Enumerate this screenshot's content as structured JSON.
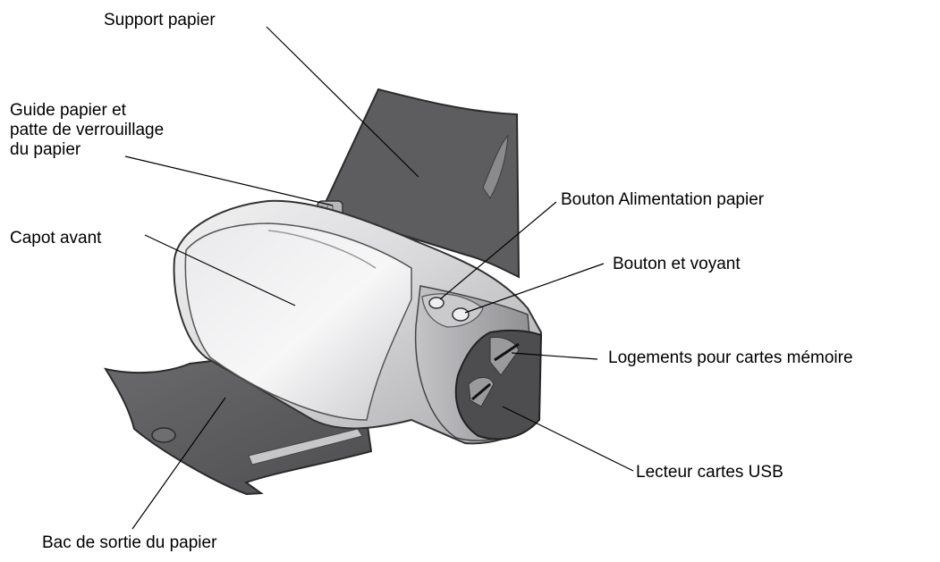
{
  "labels": {
    "paper_support": "Support papier",
    "paper_guide_line1": "Guide papier et",
    "paper_guide_line2": "patte de verrouillage",
    "paper_guide_line3": "du papier",
    "front_cover": "Capot avant",
    "paper_feed_button": "Bouton Alimentation papier",
    "power_button_light": "Bouton et voyant",
    "memory_card_slots": "Logements pour cartes mémoire",
    "usb_card_reader": "Lecteur cartes USB",
    "paper_exit_tray": "Bac de sortie du papier"
  },
  "colors": {
    "tray_dark": "#5a5a5c",
    "tray_edge": "#2a2a2a",
    "body_light": "#d7d7d9",
    "body_mid": "#bdbdc0",
    "body_dark": "#8d8d90",
    "reader_dark": "#4d4d4f",
    "leader_line": "#000000"
  }
}
